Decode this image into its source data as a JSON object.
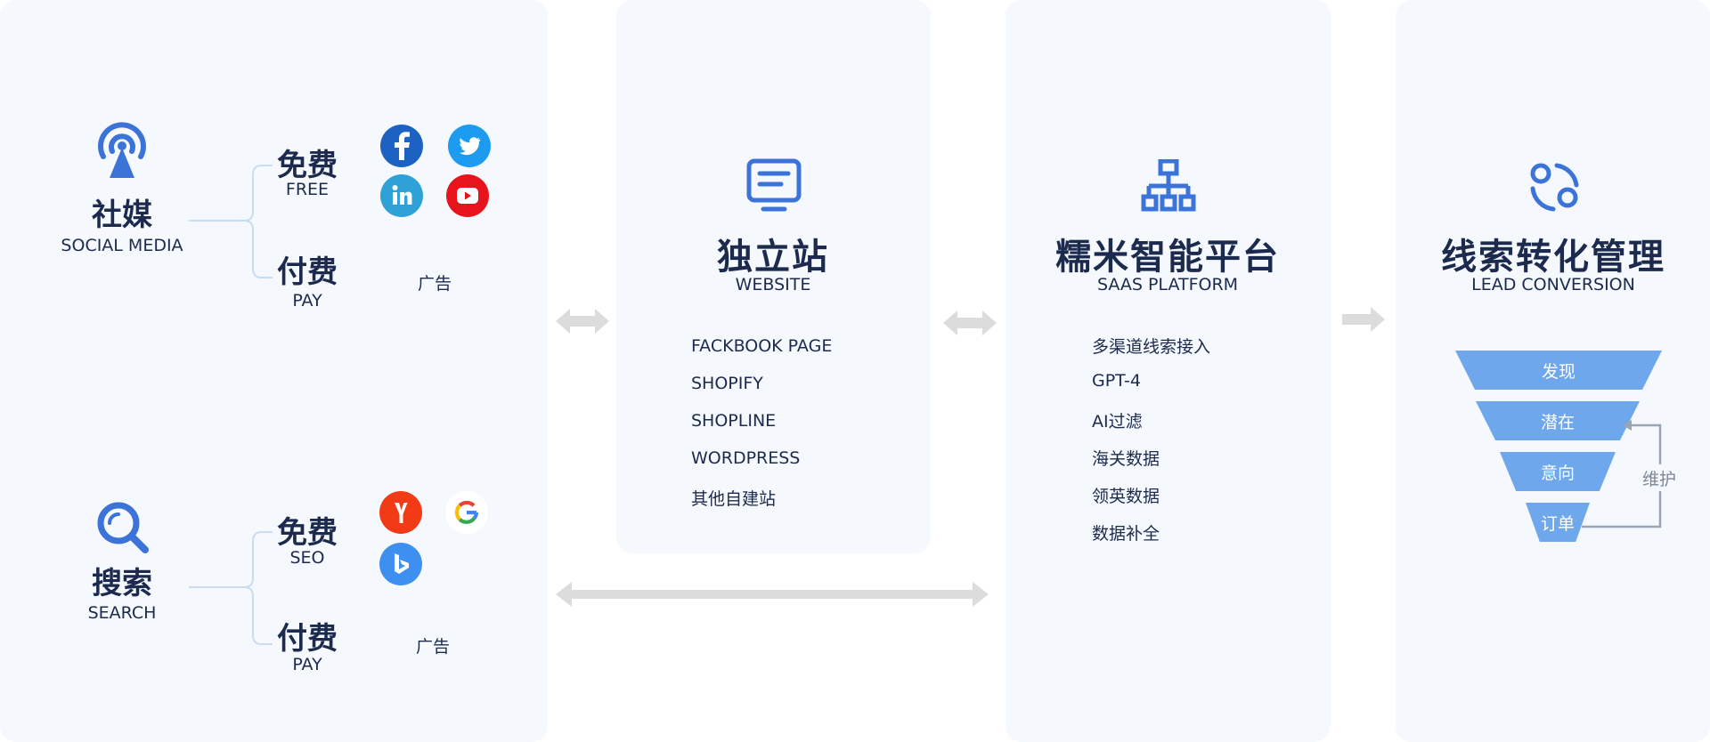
{
  "channels": {
    "social": {
      "title": "社媒",
      "subtitle": "SOCIAL MEDIA",
      "free_title": "免费",
      "free_sub": "FREE",
      "pay_title": "付费",
      "pay_sub": "PAY",
      "ad_label": "广告",
      "logos": [
        "facebook-logo",
        "twitter-logo",
        "linkedin-logo",
        "youtube-logo"
      ]
    },
    "search": {
      "title": "搜索",
      "subtitle": "SEARCH",
      "free_title": "免费",
      "free_sub": "SEO",
      "pay_title": "付费",
      "pay_sub": "PAY",
      "ad_label": "广告",
      "logos": [
        "yandex-logo",
        "google-logo",
        "bing-logo"
      ]
    }
  },
  "website": {
    "title": "独立站",
    "subtitle": "WEBSITE",
    "items": [
      "FACKBOOK PAGE",
      "SHOPIFY",
      "SHOPLINE",
      "WORDPRESS",
      "其他自建站"
    ]
  },
  "saas": {
    "title": "糯米智能平台",
    "subtitle": "SAAS PLATFORM",
    "items": [
      "多渠道线索接入",
      "GPT-4",
      "AI过滤",
      "海关数据",
      "领英数据",
      "数据补全"
    ]
  },
  "lead": {
    "title": "线索转化管理",
    "subtitle": "LEAD CONVERSION",
    "funnel": [
      "发现",
      "潜在",
      "意向",
      "订单"
    ],
    "loop_label": "维护"
  },
  "colors": {
    "accent_blue": "#3b73d9",
    "title_navy": "#1c2a4d",
    "panel_bg": "#f5f9fe",
    "funnel_blue": "#6fa7ec",
    "arrow_gray": "#dcdcdc"
  }
}
